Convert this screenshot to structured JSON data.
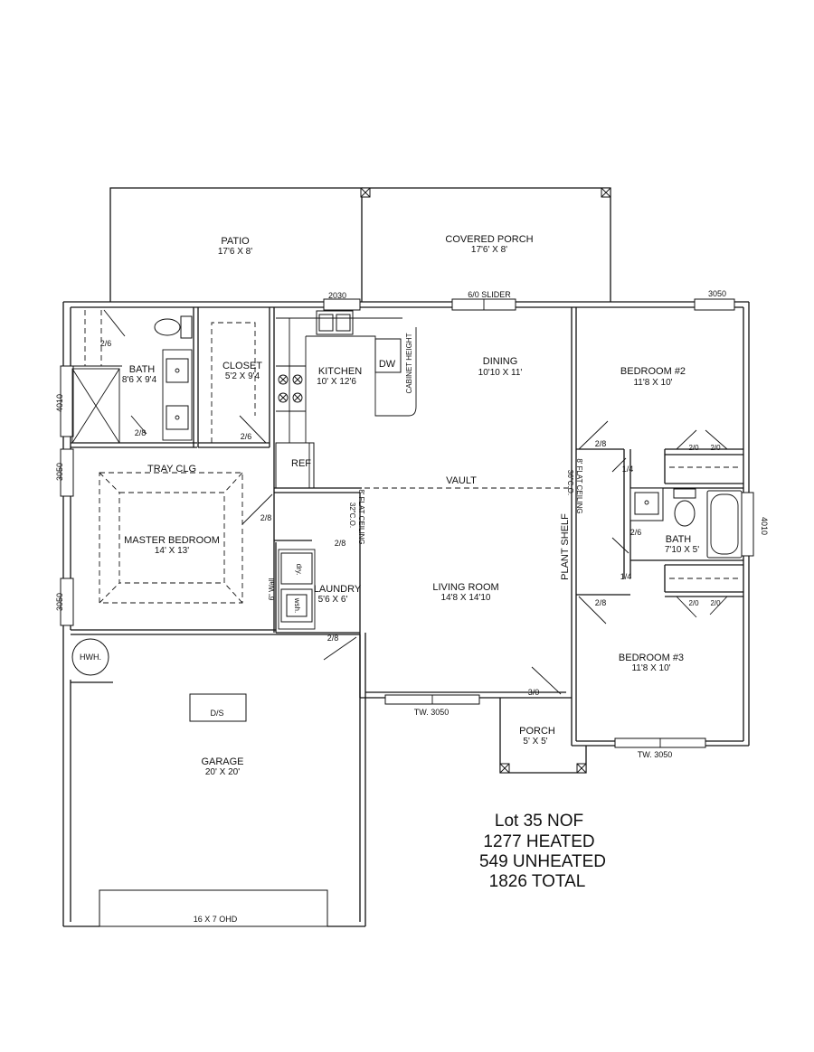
{
  "rooms": {
    "patio": {
      "name": "PATIO",
      "dims": "17'6 X 8'"
    },
    "covered_porch": {
      "name": "COVERED PORCH",
      "dims": "17'6' X 8'"
    },
    "master_bath": {
      "name": "BATH",
      "dims": "8'6 X 9'4"
    },
    "closet": {
      "name": "CLOSET",
      "dims": "5'2 X 9'4"
    },
    "kitchen": {
      "name": "KITCHEN",
      "dims": "10' X 12'6"
    },
    "dining": {
      "name": "DINING",
      "dims": "10'10 X 11'"
    },
    "bedroom2": {
      "name": "BEDROOM #2",
      "dims": "11'8 X 10'"
    },
    "master_bedroom": {
      "name": "MASTER BEDROOM",
      "dims": "14' X 13'"
    },
    "laundry": {
      "name": "LAUNDRY",
      "dims": "5'6 X 6'"
    },
    "living_room": {
      "name": "LIVING ROOM",
      "dims": "14'8 X 14'10"
    },
    "hall_bath": {
      "name": "BATH",
      "dims": "7'10 X 5'"
    },
    "bedroom3": {
      "name": "BEDROOM #3",
      "dims": "11'8 X 10'"
    },
    "porch": {
      "name": "PORCH",
      "dims": "5' X 5'"
    },
    "garage": {
      "name": "GARAGE",
      "dims": "20' X 20'"
    }
  },
  "labels": {
    "tray_clg": "TRAY CLG",
    "vault": "VAULT",
    "plant_shelf": "PLANT SHELF",
    "cabinet_height": "CABINET HEIGHT",
    "flat_ceiling_right": "8' FLAT CEILING",
    "co_right": "36\"C.O.",
    "flat_ceiling_left": "8' FLAT CEILING",
    "co_left": "32\"C.O.",
    "wall_6in": "6\" Wall",
    "dw": "DW",
    "ref": "REF",
    "dryer": "dry.",
    "washer": "wsh.",
    "hwh": "HWH.",
    "ds": "D/S"
  },
  "openings": {
    "slider": "6/0 SLIDER",
    "w2030": "2030",
    "w3050_top_right": "3050",
    "w4010_left": "4010",
    "w3050_left_upper": "3050",
    "w3050_left_lower": "3050",
    "w4010_right": "4010",
    "tw3050_living": "TW. 3050",
    "tw3050_bed3": "TW. 3050",
    "ohd": "16 X 7 OHD"
  },
  "doors": {
    "d_2_6_bath": "2/6",
    "d_2_8_bath": "2/8",
    "d_2_6_closet": "2/6",
    "d_2_8_master": "2/8",
    "d_2_8_laundry": "2/8",
    "d_2_8_garage": "2/8",
    "d_3_0_front": "3/0",
    "d_2_8_bed2": "2/8",
    "d_1_4_upper": "1/4",
    "d_2_6_hallbath": "2/6",
    "d_1_4_lower": "1/4",
    "d_2_8_bed3": "2/8",
    "c_2_0_a": "2/0",
    "c_2_0_b": "2/0",
    "c_2_0_c": "2/0",
    "c_2_0_d": "2/0"
  },
  "summary": {
    "lot": "Lot 35 NOF",
    "heated": "1277 HEATED",
    "unheated": "549 UNHEATED",
    "total": "1826 TOTAL"
  }
}
